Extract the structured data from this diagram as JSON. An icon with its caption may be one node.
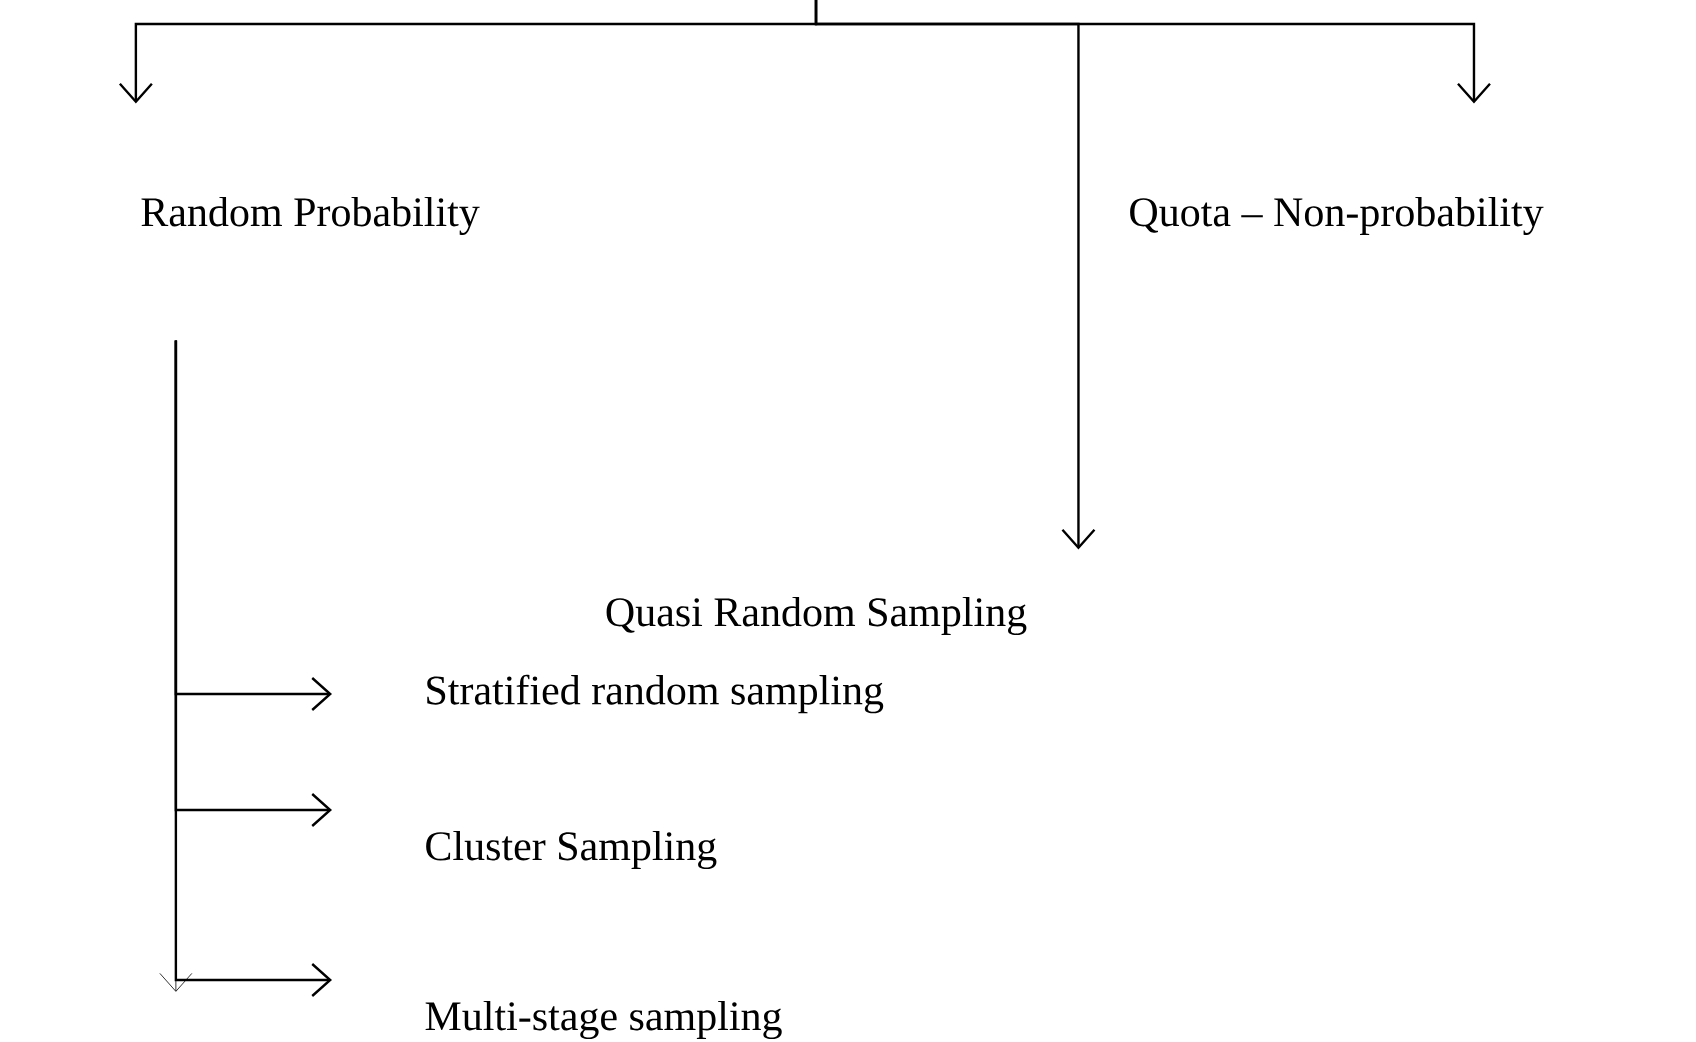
{
  "diagram": {
    "nodes": [
      {
        "text": [
          "Random Probability"
        ]
      },
      {
        "text": [
          "Quota – Non-probability"
        ]
      },
      {
        "text": [
          "Quasi Random Sampling"
        ]
      },
      {
        "text": [
          "Stratified random sampling"
        ]
      },
      {
        "text": [
          "Cluster Sampling"
        ]
      },
      {
        "text": [
          "Multi-stage sampling"
        ]
      }
    ],
    "edges": [
      {
        "from": null,
        "to": 0,
        "arrow": "to"
      },
      {
        "from": null,
        "to": 2,
        "arrow": "to"
      },
      {
        "from": null,
        "to": 1,
        "arrow": "to"
      },
      {
        "from": 0,
        "to": 3,
        "arrow": "to"
      },
      {
        "from": 0,
        "to": 4,
        "arrow": "to"
      },
      {
        "from": 0,
        "to": 5,
        "arrow": "to"
      }
    ]
  }
}
